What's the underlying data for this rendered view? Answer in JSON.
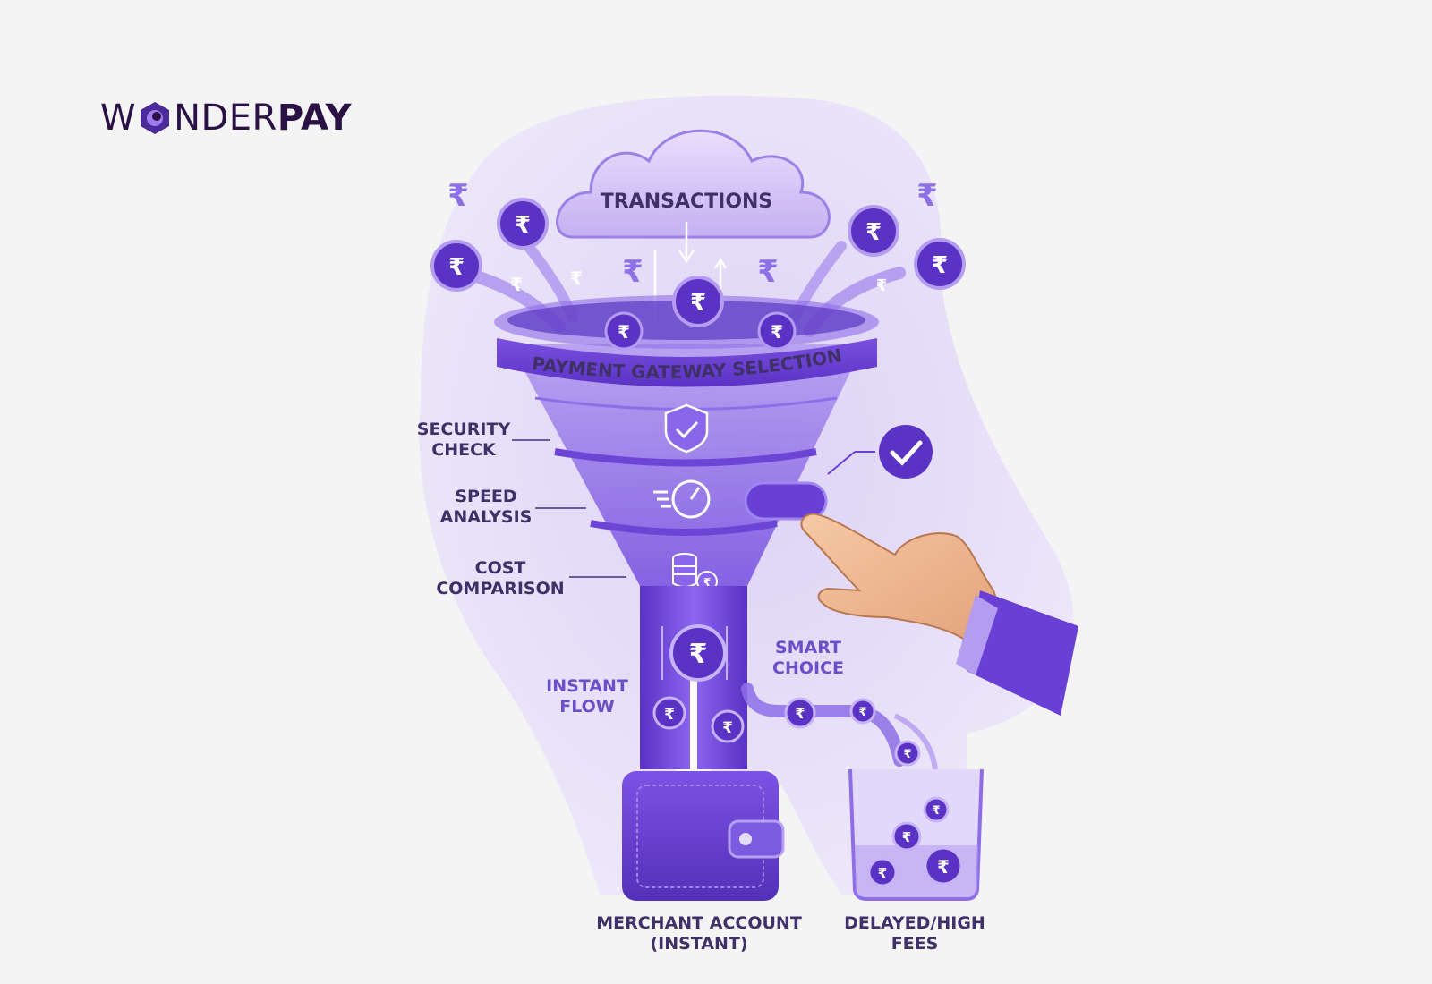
{
  "brand": {
    "logo_part1": "W",
    "logo_part2": "NDER",
    "logo_part3": "PAY"
  },
  "diagram": {
    "cloud_label": "TRANSACTIONS",
    "funnel_band_label": "PAYMENT GATEWAY SELECTION",
    "stages": [
      {
        "line1": "SECURITY",
        "line2": "CHECK"
      },
      {
        "line1": "SPEED",
        "line2": "ANALYSIS"
      },
      {
        "line1": "COST",
        "line2": "COMPARISON"
      }
    ],
    "instant_flow": {
      "line1": "INSTANT",
      "line2": "FLOW"
    },
    "smart_choice": {
      "line1": "SMART",
      "line2": "CHOICE"
    },
    "merchant_account": {
      "line1": "MERCHANT ACCOUNT",
      "line2": "(INSTANT)"
    },
    "delayed_fees": {
      "line1": "DELAYED/HIGH",
      "line2": "FEES"
    },
    "currency_symbol": "₹"
  },
  "colors": {
    "primary": "#6a3fd6",
    "dark_purple": "#3f2a8c",
    "light_purple": "#d8ccf5",
    "background": "#f4f4f4"
  }
}
